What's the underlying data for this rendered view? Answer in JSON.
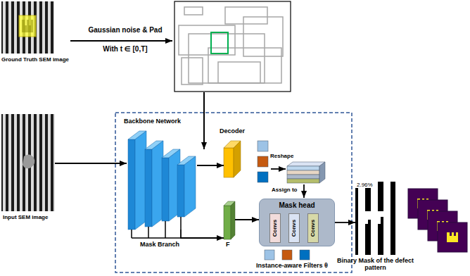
{
  "diagram": {
    "nodes": [
      {
        "text": [
          "Ground Truth SEM image"
        ]
      },
      {
        "text": [
          "Backbone Network"
        ]
      },
      {
        "text": [
          "Decoder"
        ]
      },
      {
        "text": [
          "Input SEM image"
        ]
      },
      {
        "text": [
          "F"
        ]
      },
      {
        "text": [
          "Mask head"
        ]
      },
      {
        "text": [
          "Convs"
        ],
        "in": 5
      },
      {
        "text": [
          "Convs"
        ],
        "in": 5
      },
      {
        "text": [
          "Convs"
        ],
        "in": 5
      },
      {
        "text": [
          "2.96%",
          "Binary Mask of the defect pattern"
        ]
      }
    ],
    "edges": [
      {
        "from": 3,
        "to": 1,
        "arrow": "to"
      },
      {
        "from": 1,
        "to": 2,
        "arrow": "to"
      },
      {
        "from": 1,
        "to": 4,
        "arrow": "to",
        "label": "Mask Branch"
      },
      {
        "from": 4,
        "to": 5,
        "arrow": "to"
      },
      {
        "from": 5,
        "to": 9,
        "arrow": "to"
      }
    ],
    "labels": [
      "Gaussian noise & Pad",
      "With t ∈ [0,T]",
      "Reshape",
      "Assign to",
      "Instance-aware Filters θ"
    ]
  }
}
